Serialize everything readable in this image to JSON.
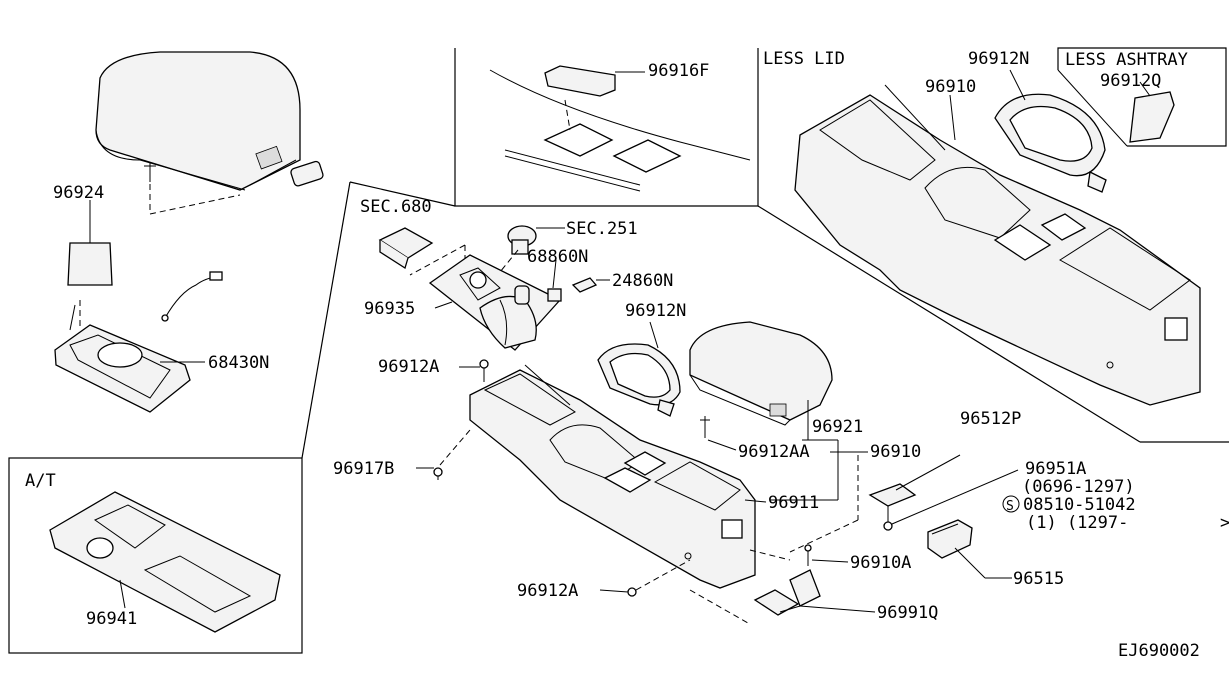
{
  "diagram": {
    "code": "EJ690002",
    "insets": {
      "less_lid": "LESS LID",
      "less_ashtray": "LESS ASHTRAY",
      "at": "A/T"
    },
    "labels": {
      "p96916F": "96916F",
      "p96912N_top": "96912N",
      "p96910_top": "96910",
      "p96912Q": "96912Q",
      "p96924": "96924",
      "p68430N": "68430N",
      "sec680": "SEC.680",
      "sec251": "SEC.251",
      "p68860N": "68860N",
      "p24860N": "24860N",
      "p96935": "96935",
      "p96912N_mid": "96912N",
      "p96912A_upper": "96912A",
      "p96917B": "96917B",
      "p96921": "96921",
      "p96912AA": "96912AA",
      "p96910_mid": "96910",
      "p96911": "96911",
      "p96512P": "96512P",
      "p96951A": "96951A",
      "date_0696": "(0696-1297)",
      "bolt": "08510-51042",
      "bolt_symbol": "S",
      "qty": "(1) (1297-",
      "p96910A": "96910A",
      "p96515": "96515",
      "p96912A_lower": "96912A",
      "p96991Q": "96991Q",
      "p96941": "96941",
      "arrow_glyph": ">"
    }
  }
}
